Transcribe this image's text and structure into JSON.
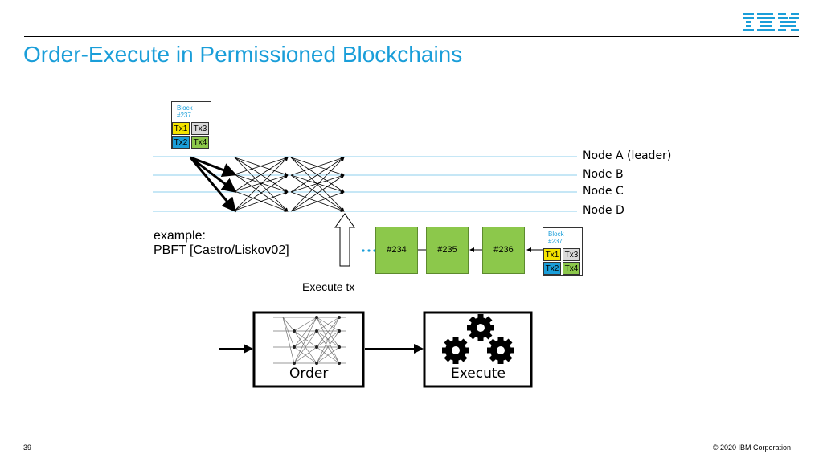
{
  "slide": {
    "title": "Order-Execute in Permissioned Blockchains",
    "logo": "IBM",
    "page_number": "39",
    "copyright": "© 2020 IBM Corporation"
  },
  "diagram": {
    "nodes": [
      "Node A (leader)",
      "Node B",
      "Node C",
      "Node D"
    ],
    "example_line1": "example:",
    "example_line2": "PBFT [Castro/Liskov02]",
    "execute_label": "Execute tx",
    "block_top": {
      "header_line1": "Block",
      "header_line2": "#237",
      "tx": [
        "Tx1",
        "Tx3",
        "Tx2",
        "Tx4"
      ]
    },
    "block_right": {
      "header_line1": "Block",
      "header_line2": "#237",
      "tx": [
        "Tx1",
        "Tx3",
        "Tx2",
        "Tx4"
      ]
    },
    "chain": [
      "#234",
      "#235",
      "#236"
    ],
    "ellipsis": "…",
    "order_label": "Order",
    "execute_box_label": "Execute",
    "colors": {
      "accent": "#1a9ed9",
      "tx1": "#f5e400",
      "tx2": "#1a9ed9",
      "tx3": "#d9d9d9",
      "tx4": "#8cc84b",
      "chain": "#8cc84b"
    }
  }
}
